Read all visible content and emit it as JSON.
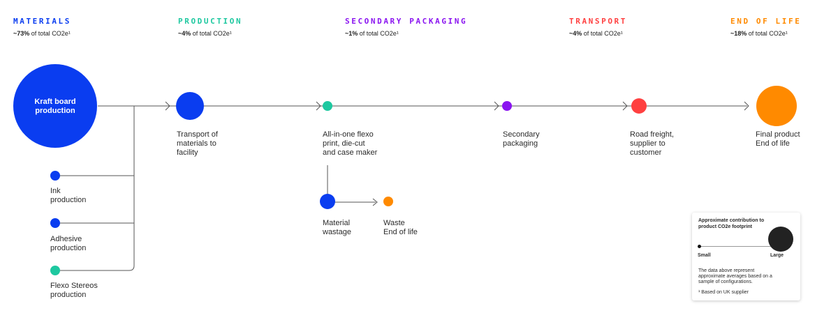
{
  "colors": {
    "blue": "#0a3df0",
    "teal": "#1ec8a0",
    "purple": "#8a14f0",
    "red": "#ff4040",
    "orange": "#ff8a00",
    "line": "#555555"
  },
  "phases": [
    {
      "title": "MATERIALS",
      "pct": "~73%",
      "rest": " of total CO2e¹",
      "color": "#0a3df0"
    },
    {
      "title": "PRODUCTION",
      "pct": "~4%",
      "rest": " of total CO2e¹",
      "color": "#1ec8a0"
    },
    {
      "title": "SECONDARY PACKAGING",
      "pct": "~1%",
      "rest": " of total CO2e¹",
      "color": "#8a14f0"
    },
    {
      "title": "TRANSPORT",
      "pct": "~4%",
      "rest": " of total CO2e¹",
      "color": "#ff4040"
    },
    {
      "title": "END OF LIFE",
      "pct": "~18%",
      "rest": " of total CO2e¹",
      "color": "#ff8a00"
    }
  ],
  "nodes": {
    "kraft": "Kraft board production",
    "transport_materials": [
      "Transport of",
      "materials to",
      "facility"
    ],
    "flexo": [
      "All-in-one flexo",
      "print, die-cut",
      "and case maker"
    ],
    "secondary": [
      "Secondary",
      "packaging"
    ],
    "road": [
      "Road freight,",
      "supplier to",
      "customer"
    ],
    "final": [
      "Final product",
      "End of life"
    ],
    "ink": [
      "Ink",
      "production"
    ],
    "adhesive": [
      "Adhesive",
      "production"
    ],
    "stereos": [
      "Flexo Stereos",
      "production"
    ],
    "wastage": [
      "Material",
      "wastage"
    ],
    "waste": [
      "Waste",
      "End of life"
    ]
  },
  "legend": {
    "title": "Approximate contribution to product CO2e footprint",
    "small": "Small",
    "large": "Large",
    "note": "The data above represent approximate averages based on a sample of configurations.",
    "footnote": "¹ Based on UK supplier"
  }
}
